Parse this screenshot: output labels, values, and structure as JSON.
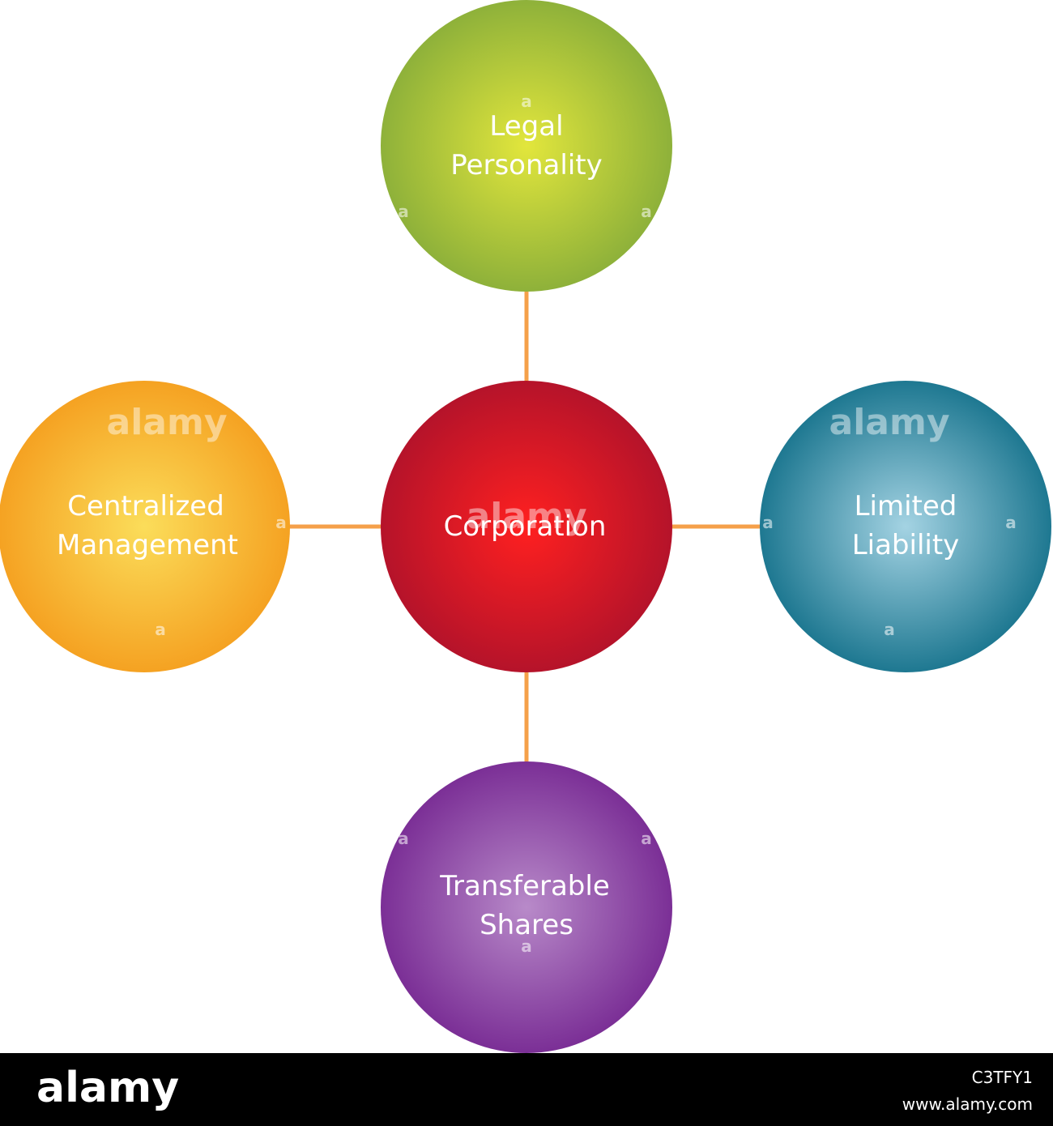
{
  "diagram": {
    "center": {
      "label_lines": [
        "Corporation"
      ],
      "color": "#e3141f"
    },
    "nodes": [
      {
        "id": "legal-personality",
        "label_lines": [
          "Legal",
          "Personality"
        ],
        "color": "#b6cf2f"
      },
      {
        "id": "limited-liability",
        "label_lines": [
          "Limited",
          "Liability"
        ],
        "color": "#2e8fa8"
      },
      {
        "id": "transferable-shares",
        "label_lines": [
          "Transferable",
          "Shares"
        ],
        "color": "#8a3fa6"
      },
      {
        "id": "centralized-management",
        "label_lines": [
          "Centralized",
          "Management"
        ],
        "color": "#f7a928"
      }
    ],
    "connector_color": "#f5a04a"
  },
  "watermark": {
    "word": "alamy",
    "mark": "a"
  },
  "footer": {
    "logo": "alamy",
    "image_id": "C3TFY1",
    "url": "www.alamy.com",
    "background": "#000000"
  }
}
